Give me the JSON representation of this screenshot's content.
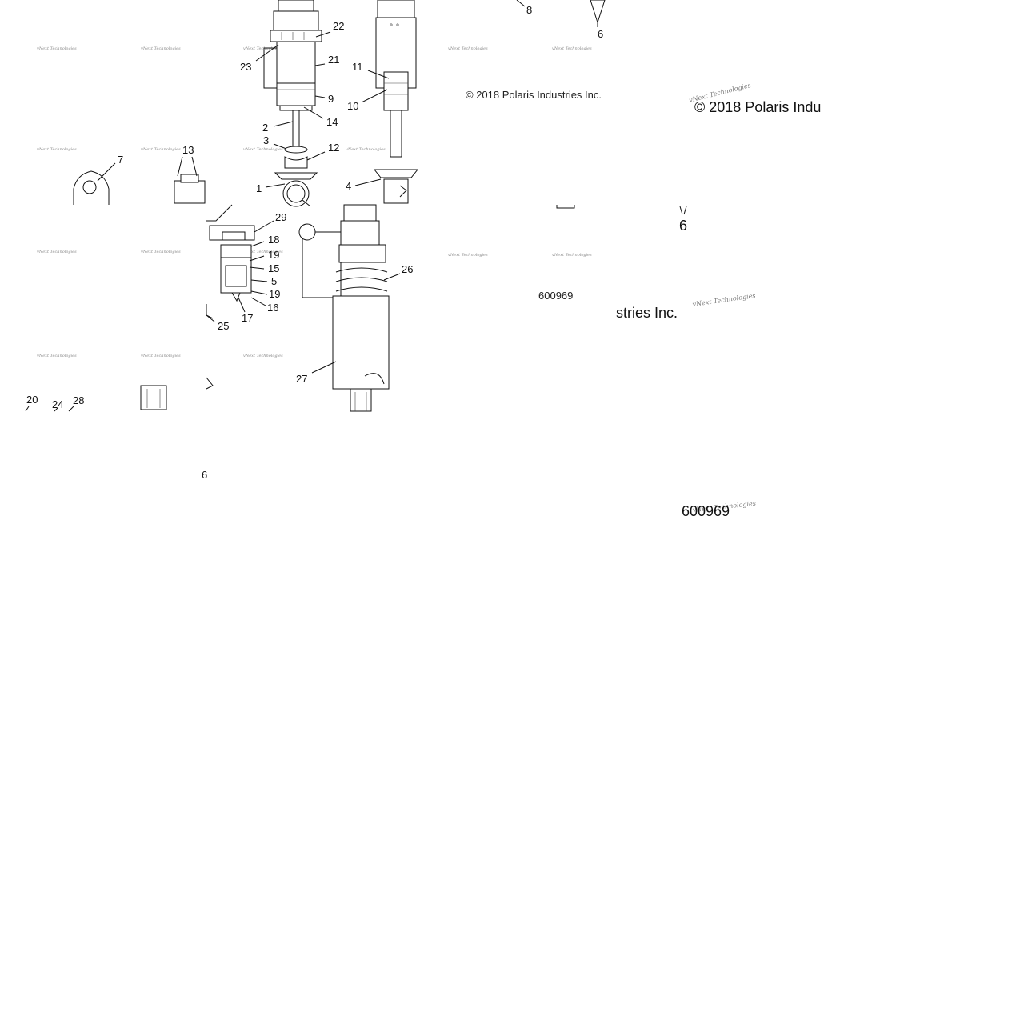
{
  "diagram": {
    "callouts": {
      "c1": "1",
      "c2": "2",
      "c3": "3",
      "c4": "4",
      "c5": "5",
      "c6": "6",
      "c7": "7",
      "c8": "8",
      "c9": "9",
      "c10": "10",
      "c11": "11",
      "c12": "12",
      "c13": "13",
      "c14": "14",
      "c15": "15",
      "c16": "16",
      "c17": "17",
      "c18": "18",
      "c19a": "19",
      "c19b": "19",
      "c20": "20",
      "c21": "21",
      "c22": "22",
      "c23": "23",
      "c24": "24",
      "c25": "25",
      "c26": "26",
      "c27": "27",
      "c28": "28",
      "c29": "29",
      "c6_frag": "6",
      "c6_big": "6"
    },
    "copyright_small": "© 2018 Polaris Industries Inc.",
    "copyright_big": "© 2018 Polaris Indus",
    "copyright_tail": "stries Inc.",
    "part_number_small": "600969",
    "part_number_big": "600969",
    "watermark": "vNext Technologies"
  }
}
